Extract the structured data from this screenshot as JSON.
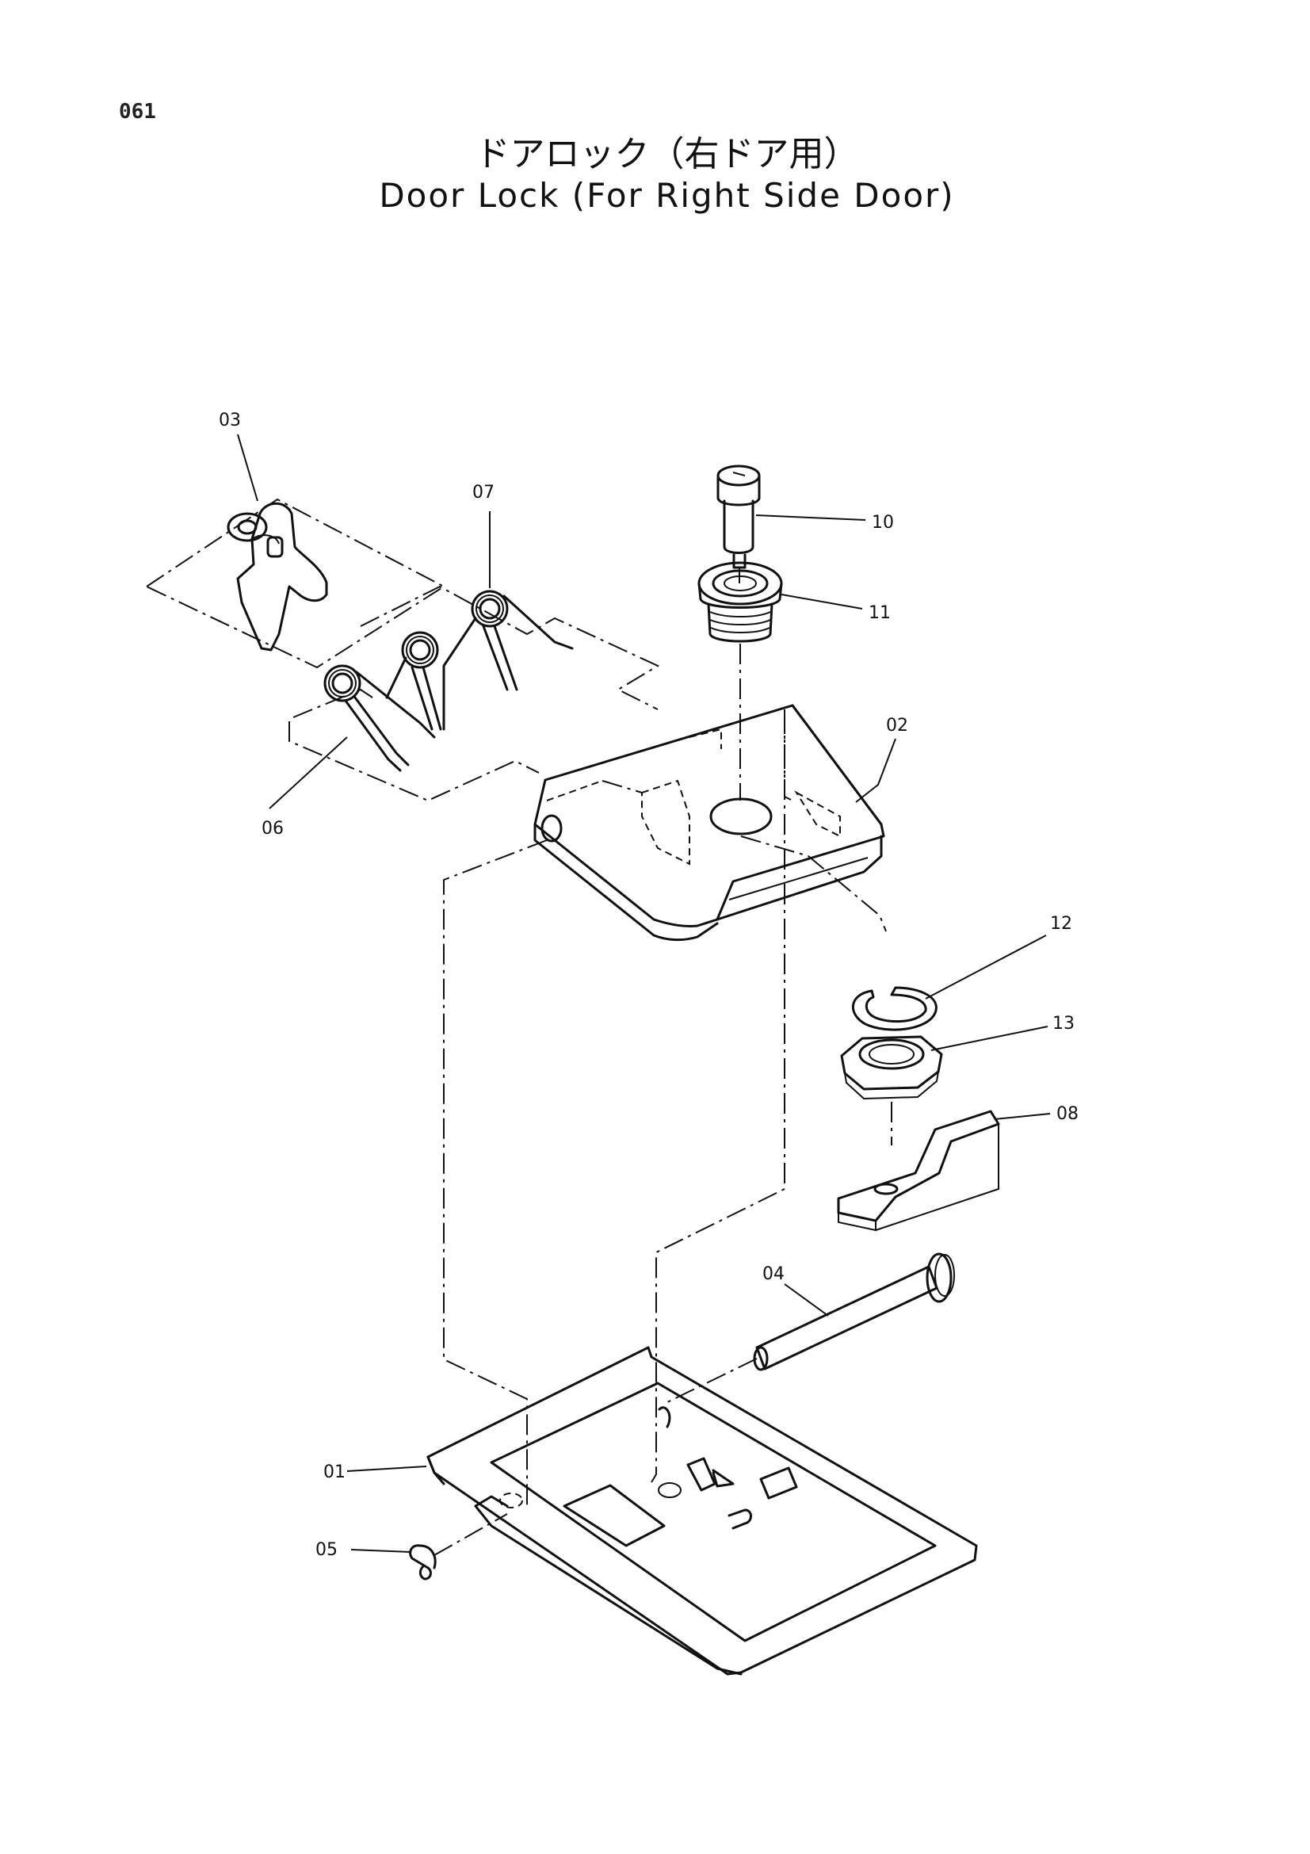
{
  "page": {
    "number": "061"
  },
  "title": {
    "japanese": "ドアロック（右ドア用）",
    "english": "Door Lock (For Right Side Door)"
  },
  "callouts": [
    "01",
    "02",
    "03",
    "04",
    "05",
    "06",
    "07",
    "08",
    "10",
    "11",
    "12",
    "13"
  ]
}
